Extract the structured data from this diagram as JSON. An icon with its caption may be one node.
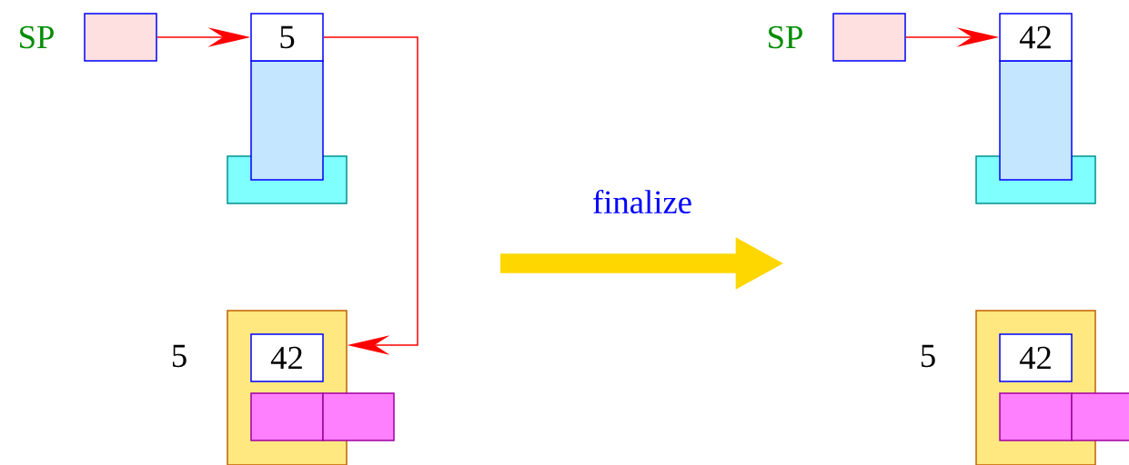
{
  "diagram": {
    "nodes": [
      {
        "text": [],
        "shape": "box",
        "beside": [
          "SP"
        ]
      },
      {
        "text": [
          "5"
        ]
      },
      {
        "text": [],
        "shape": "box"
      },
      {
        "text": [],
        "shape": "box"
      },
      {
        "text": [],
        "shape": "box",
        "beside": [
          "5"
        ]
      },
      {
        "text": [
          "42"
        ],
        "in": 4
      },
      {
        "text": [],
        "shape": "box",
        "in": 4
      },
      {
        "text": [],
        "shape": "box"
      },
      {
        "text": [],
        "shape": "box",
        "beside": [
          "SP"
        ]
      },
      {
        "text": [
          "42"
        ]
      },
      {
        "text": [],
        "shape": "box"
      },
      {
        "text": [],
        "shape": "box"
      },
      {
        "text": [],
        "shape": "box",
        "beside": [
          "5"
        ]
      },
      {
        "text": [
          "42"
        ],
        "in": 12
      },
      {
        "text": [],
        "shape": "box",
        "in": 12
      },
      {
        "text": [],
        "shape": "box"
      }
    ],
    "edges": [
      {
        "from": 0,
        "to": 1,
        "arrow": "to"
      },
      {
        "from": 1,
        "to": 4,
        "arrow": "to"
      },
      {
        "from": 8,
        "to": 9,
        "arrow": "to"
      }
    ],
    "labels": [
      "finalize"
    ]
  }
}
